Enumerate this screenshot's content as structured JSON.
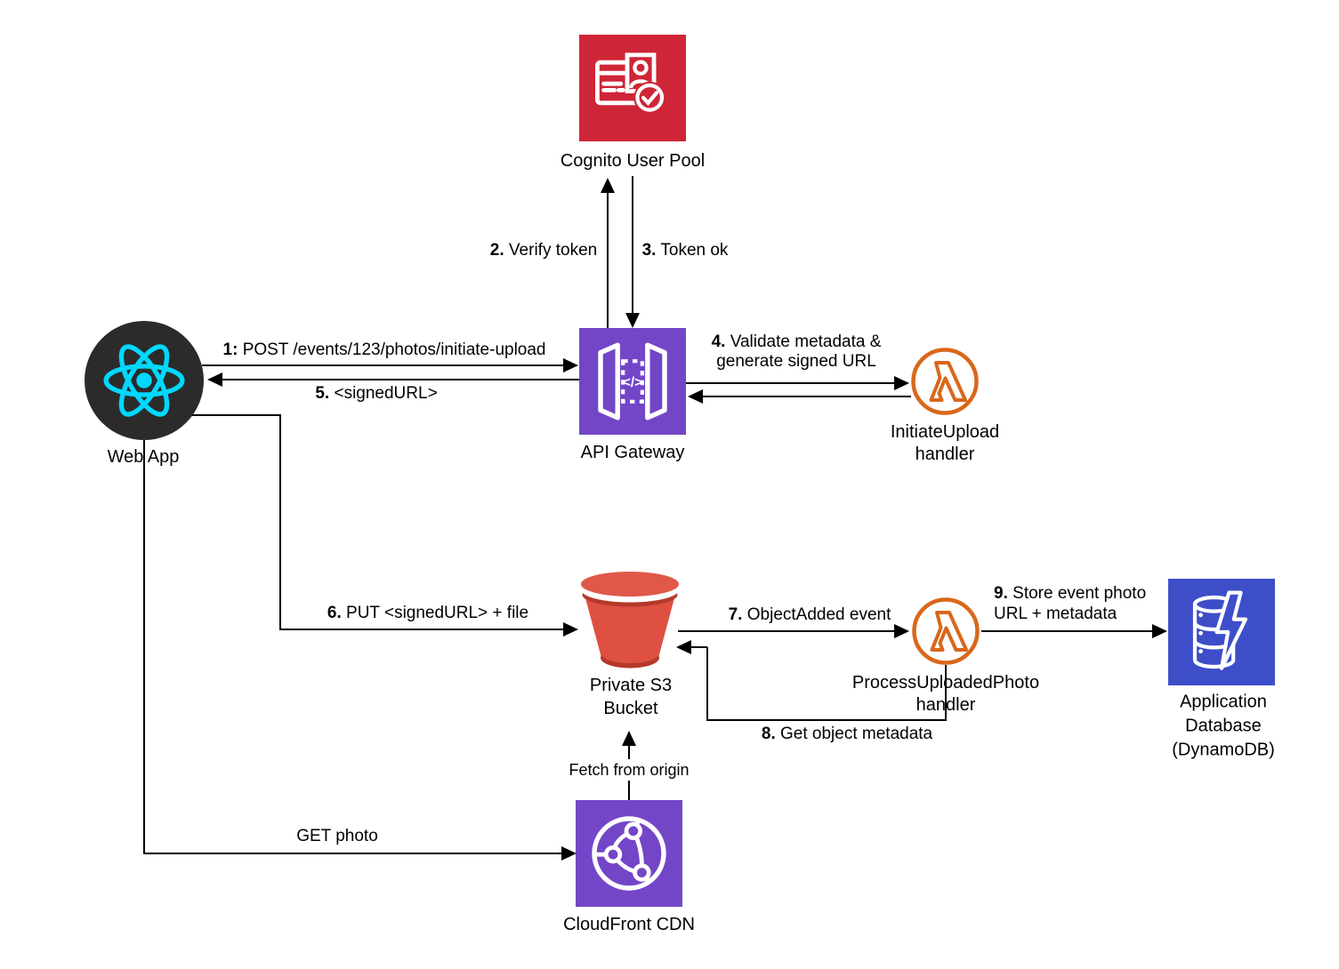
{
  "diagram": {
    "background": "#ffffff",
    "nodes": {
      "cognito": {
        "label": "Cognito User Pool",
        "color": "#CE2636"
      },
      "web_app": {
        "label": "Web App",
        "color": "#2B2B2B",
        "logo_color": "#00D8FF"
      },
      "api_gateway": {
        "label": "API Gateway",
        "color": "#7346C8"
      },
      "initiate_upload": {
        "label": "InitiateUpload\nhandler",
        "color": "#D9671B"
      },
      "s3_bucket": {
        "label": "Private S3\nBucket",
        "color": "#DE5142"
      },
      "process_photo": {
        "label": "ProcessUploadedPhoto\nhandler",
        "color": "#D9671B"
      },
      "dynamodb": {
        "label": "Application\nDatabase\n(DynamoDB)",
        "color": "#3E4EC9"
      },
      "cloudfront": {
        "label": "CloudFront CDN",
        "color": "#7346C8"
      }
    },
    "edges": {
      "e1": {
        "num": "1:",
        "text": "POST /events/123/photos/initiate-upload"
      },
      "e2": {
        "num": "2.",
        "text": "Verify token"
      },
      "e3": {
        "num": "3.",
        "text": "Token ok"
      },
      "e4": {
        "num": "4.",
        "text": "Validate metadata &\ngenerate signed URL"
      },
      "e5": {
        "num": "5.",
        "text": "<signedURL>"
      },
      "e6": {
        "num": "6.",
        "text": "PUT <signedURL> + file"
      },
      "e7": {
        "num": "7.",
        "text": "ObjectAdded event"
      },
      "e8": {
        "num": "8.",
        "text": "Get object metadata"
      },
      "e9": {
        "num": "9.",
        "text": "Store event photo\nURL + metadata"
      },
      "fetch_origin": {
        "text": "Fetch from origin"
      },
      "get_photo": {
        "text": "GET photo"
      }
    },
    "line_color": "#000000"
  }
}
